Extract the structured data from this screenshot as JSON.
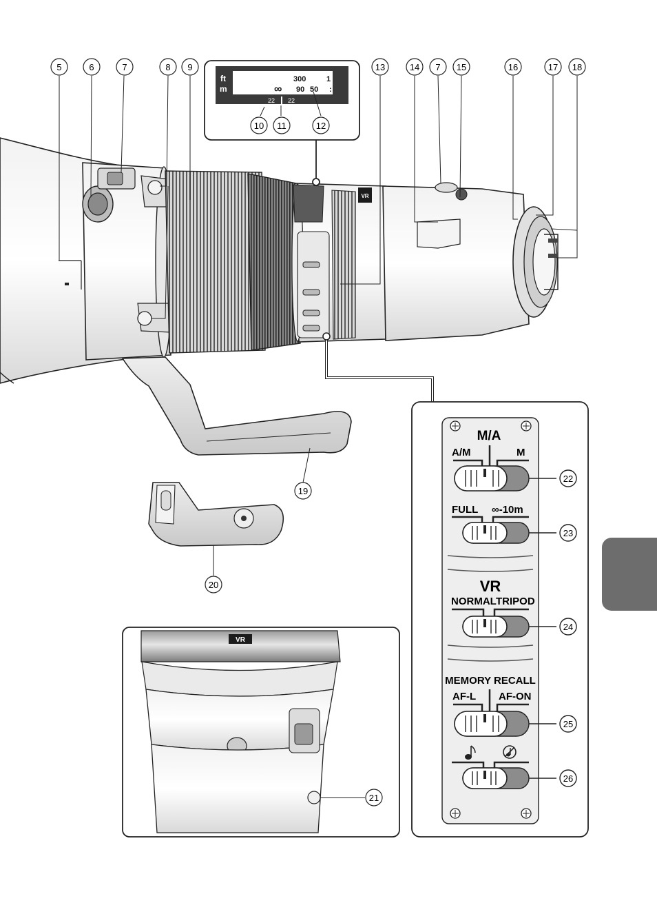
{
  "callouts": {
    "n5": "5",
    "n6": "6",
    "n7a": "7",
    "n8": "8",
    "n9": "9",
    "n10": "10",
    "n11": "11",
    "n12": "12",
    "n13": "13",
    "n14": "14",
    "n7b": "7",
    "n15": "15",
    "n16": "16",
    "n17": "17",
    "n18": "18",
    "n19": "19",
    "n20": "20",
    "n21": "21",
    "n22": "22",
    "n23": "23",
    "n24": "24",
    "n25": "25",
    "n26": "26"
  },
  "distance_scale": {
    "ft_label": "ft",
    "m_label": "m",
    "ft_value": "300",
    "ft_end": "1",
    "infinity": "∞",
    "m_value_1": "90",
    "m_value_2": "50",
    "m_end": ":",
    "dof_left": "22",
    "dof_right": "22"
  },
  "lens_barrel": {
    "vr_badge": "VR"
  },
  "detail_inset": {
    "vr_badge": "VR"
  },
  "switch_panel": {
    "focus_mode": {
      "title": "M/A",
      "left": "A/M",
      "right": "M"
    },
    "focus_limit": {
      "left": "FULL",
      "right": "∞-10m"
    },
    "vr": {
      "title": "VR",
      "left": "NORMAL",
      "right": "TRIPOD"
    },
    "memory": {
      "title": "MEMORY RECALL",
      "left": "AF-L",
      "right": "AF-ON"
    },
    "sound": {
      "left_icon": "note-icon",
      "right_icon": "note-off-icon"
    }
  },
  "colors": {
    "side_tab": "#6d6d6d",
    "window_bg": "#3a3a3a",
    "outline": "#222222"
  }
}
